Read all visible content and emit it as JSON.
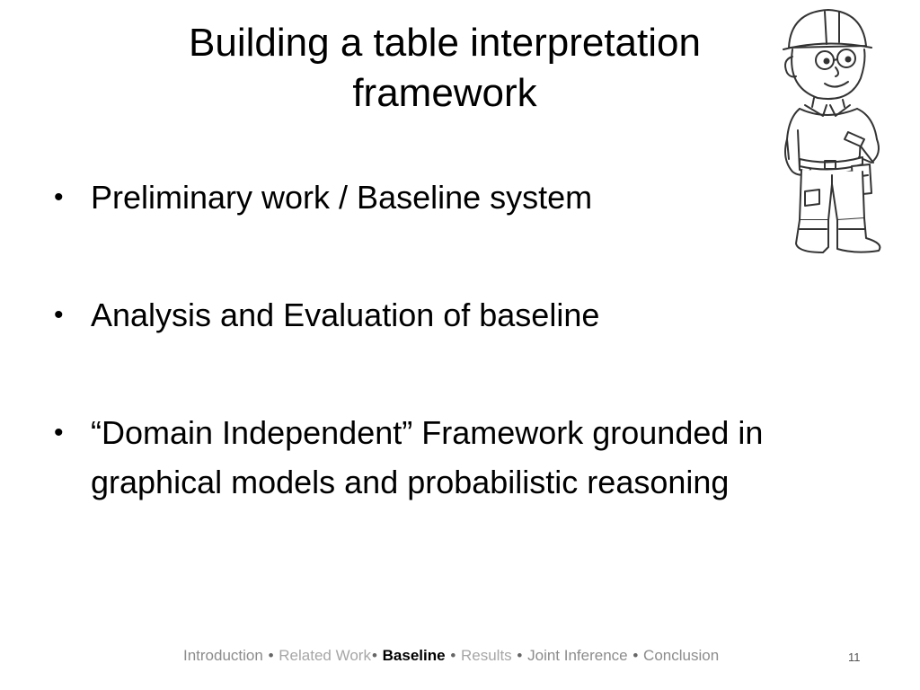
{
  "slide": {
    "title_line1": "Building a table interpretation",
    "title_line2": "framework",
    "bullets": [
      "Preliminary work / Baseline system",
      "Analysis and Evaluation of baseline",
      "“Domain Independent” Framework grounded in graphical models and probabilistic reasoning"
    ],
    "bullet_glyph": "•",
    "illustration": "construction-worker-mascot"
  },
  "footer": {
    "separator": "•",
    "items": [
      {
        "label": "Introduction",
        "state": "inactive"
      },
      {
        "label": "Related Work",
        "state": "inactive-light"
      },
      {
        "label": "Baseline",
        "state": "active"
      },
      {
        "label": "Results",
        "state": "inactive-light"
      },
      {
        "label": "Joint Inference",
        "state": "inactive"
      },
      {
        "label": "Conclusion",
        "state": "inactive"
      }
    ],
    "page_number": "11"
  },
  "colors": {
    "background": "#ffffff",
    "text": "#000000",
    "footer_inactive": "#8c8c8c",
    "footer_active": "#000000"
  }
}
